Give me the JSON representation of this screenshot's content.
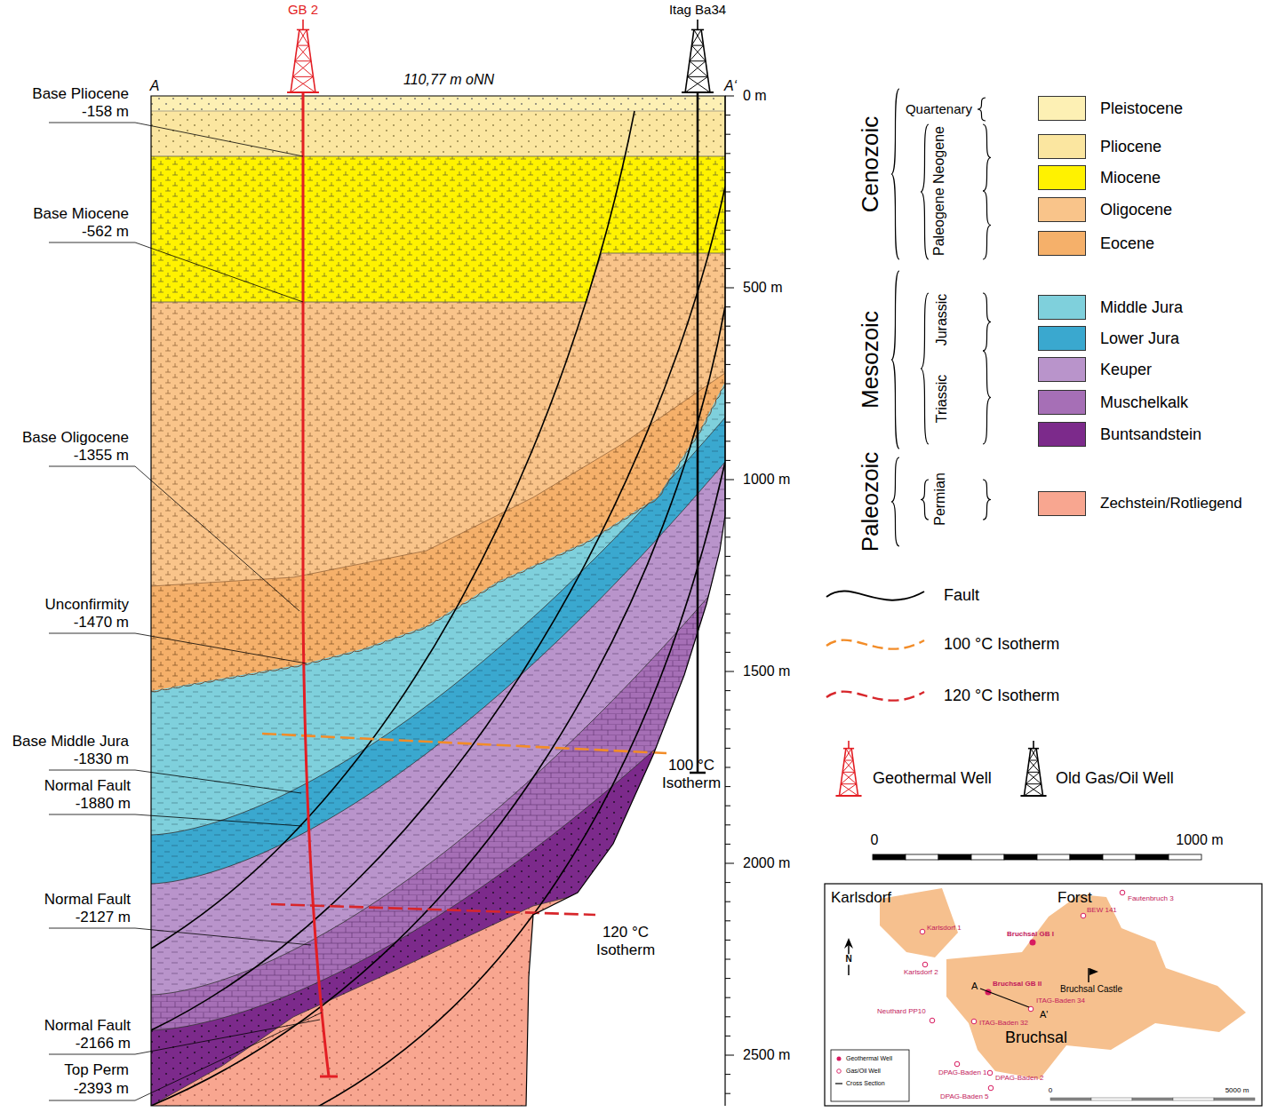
{
  "diagram": {
    "labels": [
      "GB 2",
      "Itag Ba34",
      "A",
      "A‘",
      "110,77 m oNN",
      "0 m",
      "500 m",
      "1000 m",
      "1500 m",
      "2000 m",
      "2500 m",
      "Base Pliocene",
      "-158 m",
      "Base Miocene",
      "-562 m",
      "Base Oligocene",
      "-1355 m",
      "Unconfirmity",
      "-1470 m",
      "Base Middle Jura",
      "-1830 m",
      "Normal Fault",
      "-1880 m",
      "Normal Fault",
      "-2127 m",
      "Normal Fault",
      "-2166 m",
      "Top Perm",
      "-2393 m",
      "100 °C Isotherm",
      "120 °C Isotherm",
      "Cenozoic",
      "Quartenary",
      "Paleogene Neogene",
      "Mesozoic",
      "Jurassic",
      "Triassic",
      "Paleozoic",
      "Permian",
      "0",
      "1000 m",
      "Karlsdorf",
      "Forst",
      "Karlsdorf 1",
      "Karlsdorf 2",
      "Bruchsal GB I",
      "BEW 141",
      "Fautenbruch 3",
      "Bruchsal Castle",
      "A",
      "Bruchsal GB II",
      "ITAG-Baden 34",
      "A'",
      "ITAG-Baden 32",
      "Neuthard PP10",
      "Bruchsal",
      "DPAG-Baden 1",
      "DPAG-Baden 2",
      "DPAG-Baden 5",
      "N",
      "0",
      "5000 m"
    ],
    "legend": [
      {
        "text": "Pleistocene",
        "color": "#fdf0b4"
      },
      {
        "text": "Pliocene",
        "color": "#fbe6a0"
      },
      {
        "text": "Miocene",
        "color": "#fff200"
      },
      {
        "text": "Oligocene",
        "color": "#f9c48a"
      },
      {
        "text": "Eocene",
        "color": "#f5b06a"
      },
      {
        "text": "Middle Jura",
        "color": "#7fd0dc"
      },
      {
        "text": "Lower Jura",
        "color": "#3aa8cf"
      },
      {
        "text": "Keuper",
        "color": "#b994cb"
      },
      {
        "text": "Muschelkalk",
        "color": "#a66fb6"
      },
      {
        "text": "Buntsandstein",
        "color": "#7c2a8b"
      },
      {
        "text": "Zechstein/Rotliegend",
        "color": "#f8a690"
      },
      {
        "text": "Fault"
      },
      {
        "text": "100 °C Isotherm"
      },
      {
        "text": "120 °C Isotherm"
      },
      {
        "text": "Geothermal Well"
      },
      {
        "text": "Old Gas/Oil Well"
      },
      {
        "text": "Geothermal Well"
      },
      {
        "text": "Gas/Oil Well"
      },
      {
        "text": "Cross Section"
      }
    ]
  }
}
